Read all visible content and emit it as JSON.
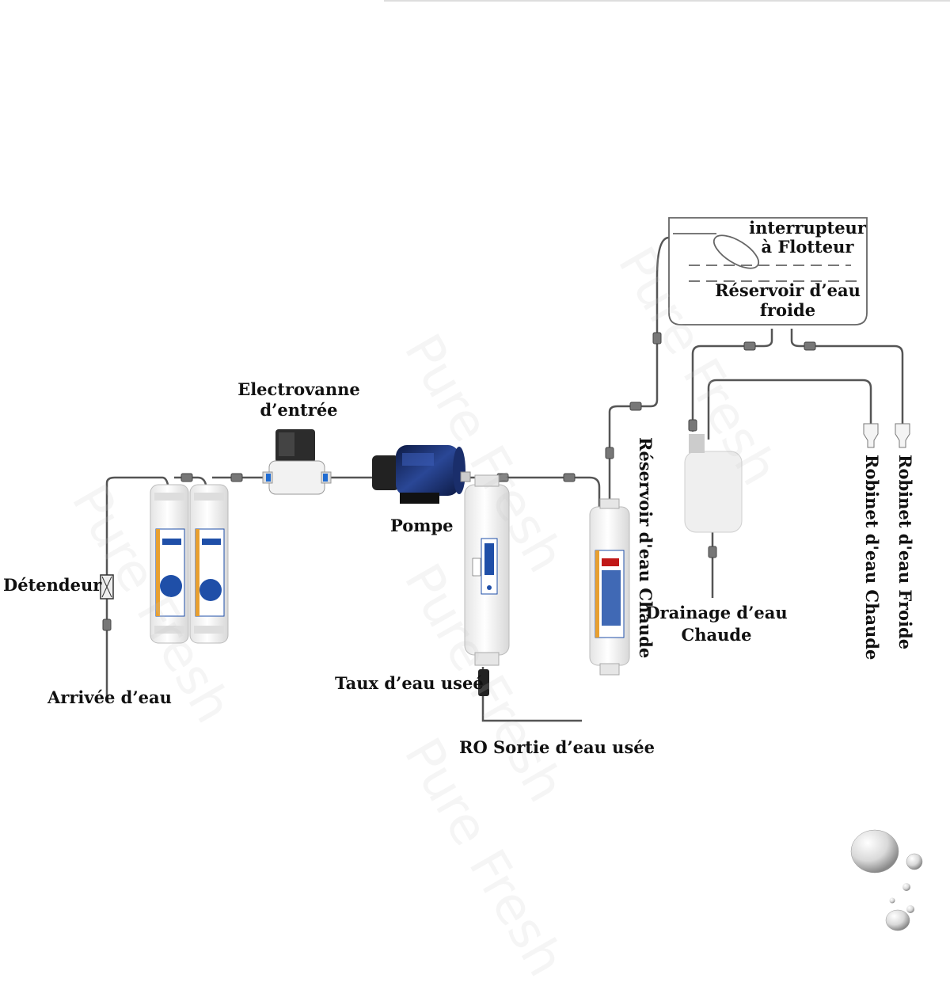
{
  "labels": {
    "detendeur": "Détendeur",
    "arrivee": "Arrivée d’eau",
    "electrovanne_l1": "Electrovanne",
    "electrovanne_l2": "d’entrée",
    "pompe": "Pompe",
    "taux": "Taux d’eau useé",
    "ro_sortie": "RO Sortie d’eau usée",
    "interrupteur_l1": "interrupteur",
    "interrupteur_l2": "à Flotteur",
    "reservoir_froide_l1": "Réservoir d’eau",
    "reservoir_froide_l2": "froide",
    "reservoir_chaude": "Réservoir d'eau Chaude",
    "drainage_l1": "Drainage d’eau",
    "drainage_l2": "Chaude",
    "robinet_chaude": "Robinet d'eau Chaude",
    "robinet_froide": "Robinet d'eau Froide"
  },
  "watermark": "Pure Fresh",
  "colors": {
    "pipe": "#555555",
    "filter_label_blue": "#1f4fa8",
    "pump_blue": "#1a2e6b",
    "accent_orange": "#e8a030"
  }
}
